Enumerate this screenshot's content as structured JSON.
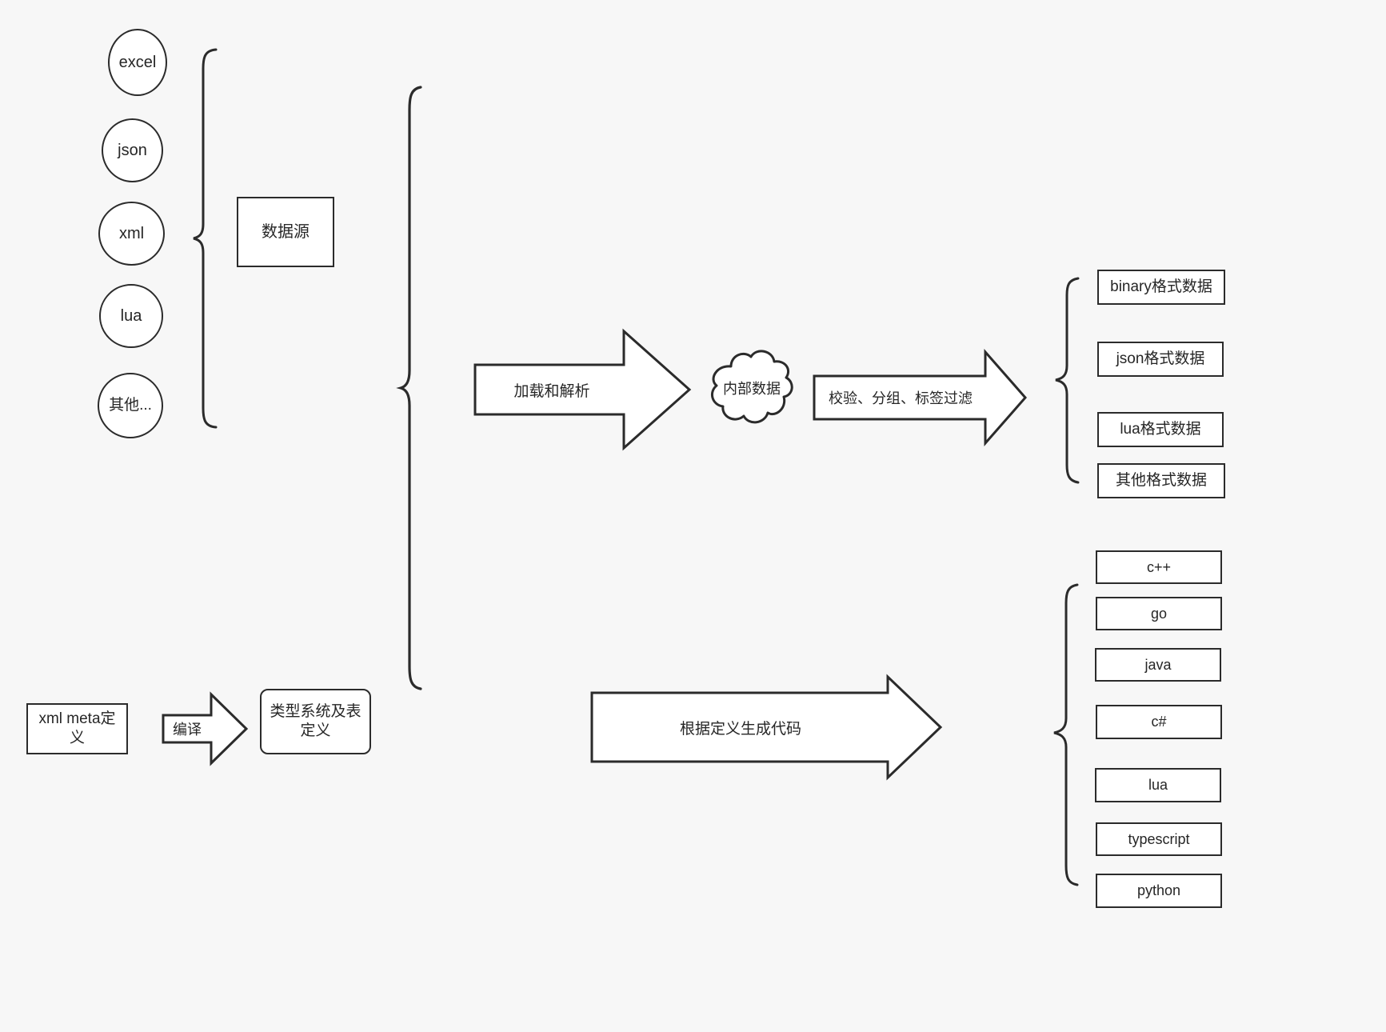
{
  "diagram": {
    "title": "data pipeline and code generation flow",
    "background_color": "#f7f7f7",
    "stroke_color": "#2b2b2b",
    "fill_color": "#ffffff",
    "sources": [
      {
        "label": "excel"
      },
      {
        "label": "json"
      },
      {
        "label": "xml"
      },
      {
        "label": "lua"
      },
      {
        "label": "其他..."
      }
    ],
    "source_group_label": "数据源",
    "meta": {
      "input_label": "xml meta定义",
      "compile_label": "编译",
      "output_label": "类型系统及表定义"
    },
    "pipeline": {
      "load_parse_label": "加载和解析",
      "internal_data_label": "内部数据",
      "filter_label": "校验、分组、标签过滤",
      "generate_label": "根据定义生成代码"
    },
    "output_formats": [
      {
        "label": "binary格式数据"
      },
      {
        "label": "json格式数据"
      },
      {
        "label": "lua格式数据"
      },
      {
        "label": "其他格式数据"
      }
    ],
    "target_languages": [
      {
        "label": "c++"
      },
      {
        "label": "go"
      },
      {
        "label": "java"
      },
      {
        "label": "c#"
      },
      {
        "label": "lua"
      },
      {
        "label": "typescript"
      },
      {
        "label": "python"
      }
    ]
  }
}
